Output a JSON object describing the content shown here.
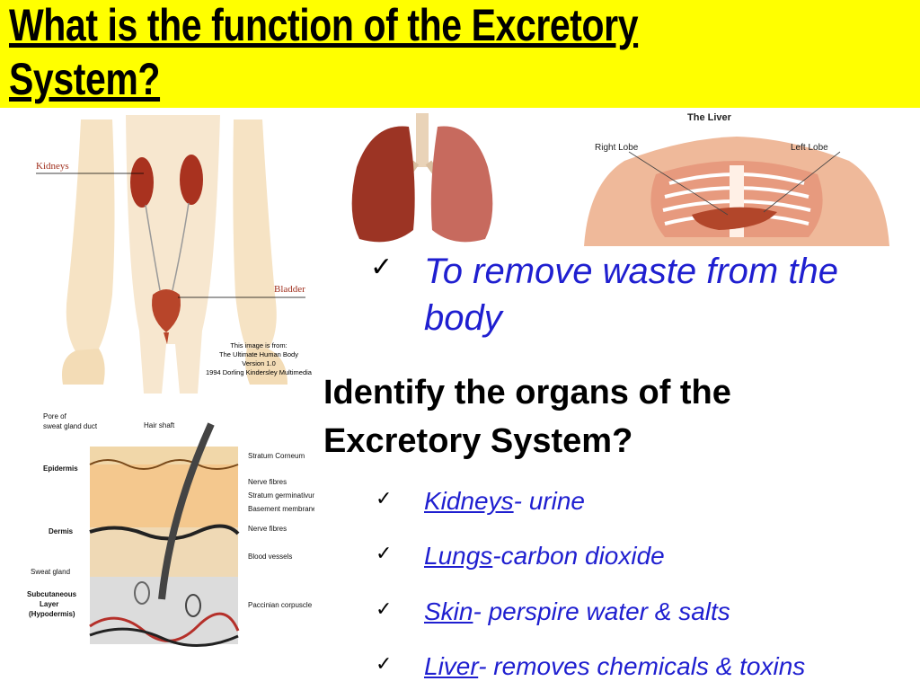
{
  "title": "What is the function of the Excretory System?",
  "figures": {
    "kidney_figure": {
      "label_kidneys": "Kidneys",
      "label_bladder": "Bladder",
      "credit": [
        "This image is from:",
        "The Ultimate Human Body",
        "Version 1.0",
        "1994 Dorling Kindersley Multimedia"
      ]
    },
    "liver_figure": {
      "title": "The Liver",
      "label_right": "Right Lobe",
      "label_left": "Left Lobe"
    },
    "skin_figure": {
      "labels": {
        "pore": "Pore of",
        "pore2": "sweat gland duct",
        "hair_shaft": "Hair shaft",
        "epidermis": "Epidermis",
        "dermis": "Dermis",
        "sweat_gland": "Sweat gland",
        "subcut1": "Subcutaneous",
        "subcut2": "Layer",
        "subcut3": "(Hypodermis)",
        "stratum_corneum": "Stratum Corneum",
        "nerve_fibres1": "Nerve fibres",
        "stratum_germ": "Stratum germinativum",
        "basement": "Basement membrane",
        "nerve_fibres2": "Nerve fibres",
        "blood_vessels": "Blood vessels",
        "paccinian": "Paccinian corpuscle"
      }
    }
  },
  "check_glyph": "✓",
  "purpose": "To remove waste from the body",
  "question": "Identify the organs of the Excretory System?",
  "organs": [
    {
      "name": "Kidneys",
      "desc": "- urine"
    },
    {
      "name": "Lungs",
      "desc": "-carbon dioxide"
    },
    {
      "name": "Skin",
      "desc": "- perspire water & salts"
    },
    {
      "name": "Liver",
      "desc": "- removes chemicals & toxins"
    }
  ],
  "colors": {
    "title_band": "#ffff00",
    "blue_text": "#1f1fd0",
    "organ_red": "#a9321f"
  }
}
